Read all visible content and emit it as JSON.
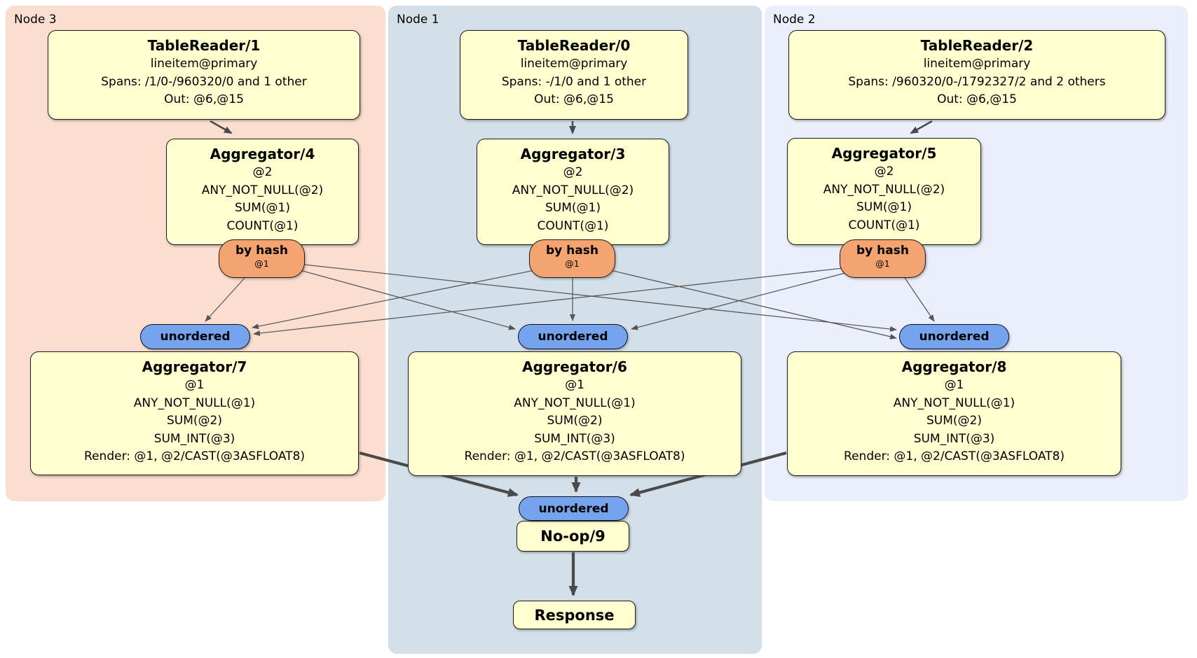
{
  "regions": {
    "node3": {
      "label": "Node 3"
    },
    "node1": {
      "label": "Node 1"
    },
    "node2": {
      "label": "Node 2"
    }
  },
  "processors": {
    "tablereader1": {
      "title": "TableReader/1",
      "lines": [
        "lineitem@primary",
        "Spans: /1/0-/960320/0 and 1 other",
        "Out: @6,@15"
      ]
    },
    "tablereader0": {
      "title": "TableReader/0",
      "lines": [
        "lineitem@primary",
        "Spans: -/1/0 and 1 other",
        "Out: @6,@15"
      ]
    },
    "tablereader2": {
      "title": "TableReader/2",
      "lines": [
        "lineitem@primary",
        "Spans: /960320/0-/1792327/2 and 2 others",
        "Out: @6,@15"
      ]
    },
    "aggregator4": {
      "title": "Aggregator/4",
      "lines": [
        "@2",
        "ANY_NOT_NULL(@2)",
        "SUM(@1)",
        "COUNT(@1)"
      ]
    },
    "aggregator3": {
      "title": "Aggregator/3",
      "lines": [
        "@2",
        "ANY_NOT_NULL(@2)",
        "SUM(@1)",
        "COUNT(@1)"
      ]
    },
    "aggregator5": {
      "title": "Aggregator/5",
      "lines": [
        "@2",
        "ANY_NOT_NULL(@2)",
        "SUM(@1)",
        "COUNT(@1)"
      ]
    },
    "aggregator7": {
      "title": "Aggregator/7",
      "lines": [
        "@1",
        "ANY_NOT_NULL(@1)",
        "SUM(@2)",
        "SUM_INT(@3)",
        "Render: @1, @2/CAST(@3ASFLOAT8)"
      ]
    },
    "aggregator6": {
      "title": "Aggregator/6",
      "lines": [
        "@1",
        "ANY_NOT_NULL(@1)",
        "SUM(@2)",
        "SUM_INT(@3)",
        "Render: @1, @2/CAST(@3ASFLOAT8)"
      ]
    },
    "aggregator8": {
      "title": "Aggregator/8",
      "lines": [
        "@1",
        "ANY_NOT_NULL(@1)",
        "SUM(@2)",
        "SUM_INT(@3)",
        "Render: @1, @2/CAST(@3ASFLOAT8)"
      ]
    },
    "noop9": {
      "title": "No-op/9"
    },
    "response": {
      "title": "Response"
    }
  },
  "routers": {
    "hash4": {
      "label": "by hash",
      "detail": "@1"
    },
    "hash3": {
      "label": "by hash",
      "detail": "@1"
    },
    "hash5": {
      "label": "by hash",
      "detail": "@1"
    }
  },
  "streams": {
    "unordered_label": "unordered"
  },
  "colors": {
    "node3_bg": "#fcded0",
    "node1_bg": "#d3e0ea",
    "node2_bg": "#eaeffb",
    "processor_bg": "#ffffd0",
    "router_bg": "#f4a470",
    "stream_bg": "#76a3ee",
    "edge": "#4a4a4a"
  }
}
